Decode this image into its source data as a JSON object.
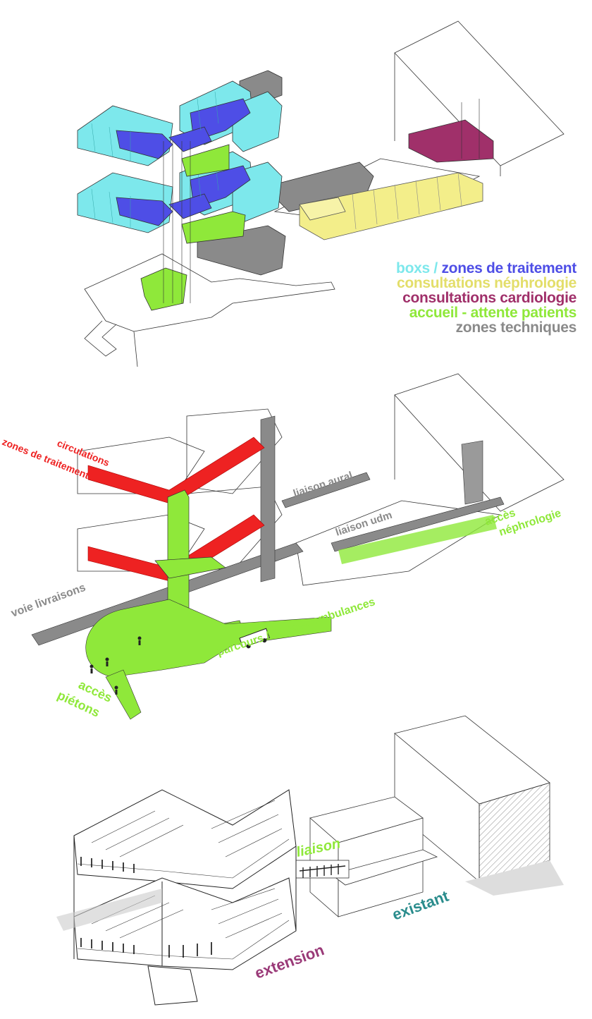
{
  "legend": {
    "boxs_label": "boxs /",
    "treatment_label": "zones de traitement",
    "nephro_label": "consultations néphrologie",
    "cardio_label": "consultations cardiologie",
    "reception_label": "accueil - attente patients",
    "technical_label": "zones techniques"
  },
  "flows": {
    "circulations": "circulations",
    "zones_traitement": "zones de traitement",
    "liaison_aural": "liaison aural",
    "liaison_udm": "liaison udm",
    "acces": "accès",
    "nephrologie": "néphrologie",
    "voie_livraisons": "voie livraisons",
    "parcours": "parcours / dépose ambulances",
    "acces_pietons_1": "accès",
    "acces_pietons_2": "piétons"
  },
  "building": {
    "liaison": "liaison",
    "existant": "existant",
    "extension": "extension"
  },
  "colors": {
    "boxs": "#7de8ec",
    "treatment": "#4e4ee6",
    "nephrology": "#f3ee8a",
    "cardiology": "#a0306a",
    "reception": "#8fe83a",
    "technical": "#8a8a8a",
    "circulation": "#ee2222",
    "existant_text": "#2a8c8c",
    "extension_text": "#9a3a78"
  }
}
